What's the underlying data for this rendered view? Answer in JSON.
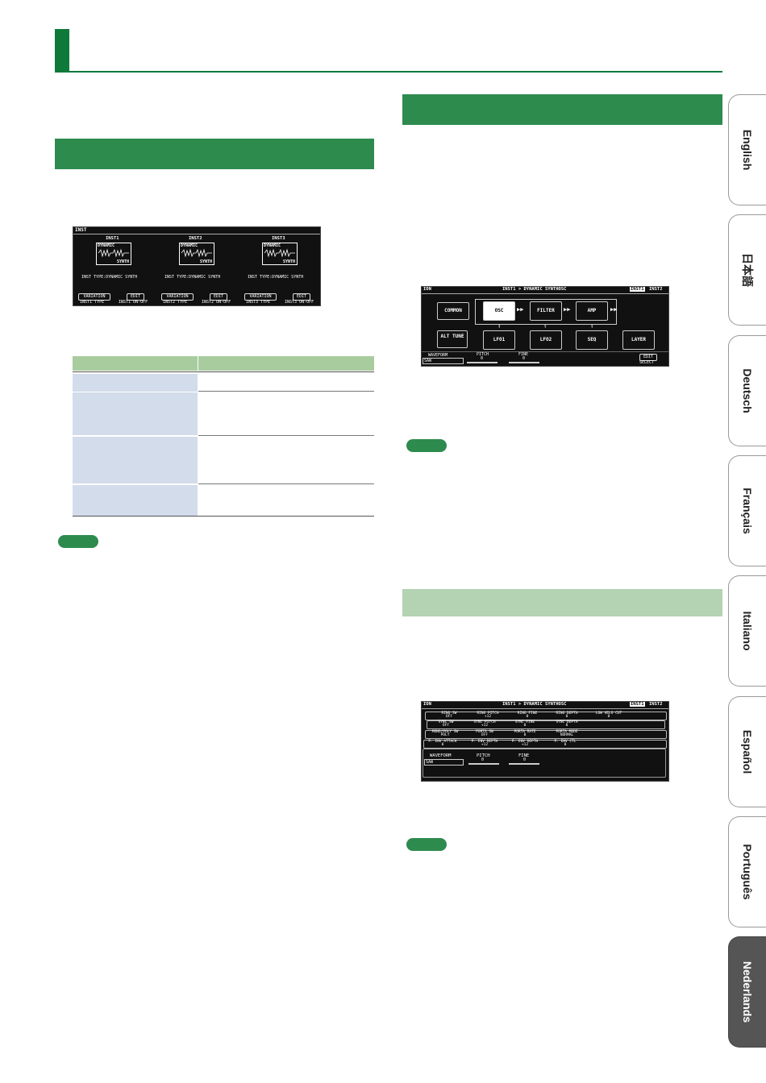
{
  "language_tabs": [
    "English",
    "日本語",
    "Deutsch",
    "Français",
    "Italiano",
    "Español",
    "Português",
    "Nederlands"
  ],
  "active_tab": "Nederlands",
  "colors": {
    "accent": "#0e7a3a",
    "band": "#2e8b4e",
    "band_light": "#b3d3b2",
    "table_header": "#a9cc9f",
    "table_cell": "#d3dceb"
  },
  "inst_screen": {
    "header": "INST",
    "slots": [
      {
        "title": "INST1",
        "box_top": "DYNAMIC",
        "box_bottom": "SYNTH",
        "type_line": "INST TYPE:DYNAMIC SYNTH",
        "btn1": "VARIATION",
        "btn1_sub": "INST1 TYPE",
        "btn2": "EDIT",
        "btn2_sub": "INST1 ON-OFF"
      },
      {
        "title": "INST2",
        "box_top": "DYNAMIC",
        "box_bottom": "SYNTH",
        "type_line": "INST TYPE:DYNAMIC SYNTH",
        "btn1": "VARIATION",
        "btn1_sub": "INST2 TYPE",
        "btn2": "EDIT",
        "btn2_sub": "INST2 ON-OFF"
      },
      {
        "title": "INST3",
        "box_top": "DYNAMIC",
        "box_bottom": "SYNTH",
        "type_line": "INST TYPE:DYNAMIC SYNTH",
        "btn1": "VARIATION",
        "btn1_sub": "INST3 TYPE",
        "btn2": "EDIT",
        "btn2_sub": "INST3 ON-OFF"
      }
    ]
  },
  "synth_screen": {
    "header_left": "ION",
    "header_center": "INST1 > DYNAMIC SYNTHOSC",
    "header_right_a": "INST1",
    "header_right_b": "INST2",
    "blocks_top": [
      "COMMON",
      "OSC",
      "FILTER",
      "AMP"
    ],
    "blocks_bottom": [
      "ALT TUNE",
      "LFO1",
      "LFO2",
      "SEQ",
      "LAYER"
    ],
    "footer": {
      "waveform_label": "WAVEFORM",
      "waveform_value": "SAW",
      "pitch_label": "PITCH",
      "pitch_value": "0",
      "fine_label": "FINE",
      "fine_value": "0",
      "edit_label": "EDIT",
      "select_label": "SELECT"
    }
  },
  "detail_screen": {
    "header_left": "ION",
    "header_center": "INST1 > DYNAMIC SYNTHOSC",
    "header_right_a": "INST1",
    "header_right_b": "INST2",
    "rows": [
      [
        {
          "k": "RING SW",
          "v": "OFF"
        },
        {
          "k": "RING PITCH",
          "v": "+12"
        },
        {
          "k": "RING FINE",
          "v": "0"
        },
        {
          "k": "RING DEPTH",
          "v": "0"
        },
        {
          "k": "LOW VELO CUT",
          "v": "0"
        }
      ],
      [
        {
          "k": "SYNC SW",
          "v": "OFF"
        },
        {
          "k": "SYNC PITCH",
          "v": "+12"
        },
        {
          "k": "SYNC FINE",
          "v": "0"
        },
        {
          "k": "SYNC DEPTH",
          "v": "0"
        }
      ],
      [
        {
          "k": "MONO/POLY SW",
          "v": "POLY"
        },
        {
          "k": "PORTA SW",
          "v": "OFF"
        },
        {
          "k": "PORTA RATE",
          "v": "0"
        },
        {
          "k": "PORTA MODE",
          "v": "NORMAL"
        }
      ],
      [
        {
          "k": "P. ENV ATTACK",
          "v": "0"
        },
        {
          "k": "P. ENV DEPTH",
          "v": "+12"
        },
        {
          "k": "P. ENV DEPTH",
          "v": "+12"
        },
        {
          "k": "P. ENV CTL",
          "v": "0"
        }
      ]
    ],
    "footer": {
      "waveform_label": "WAVEFORM",
      "waveform_value": "SAW",
      "pitch_label": "PITCH",
      "pitch_value": "0",
      "fine_label": "FINE",
      "fine_value": "0"
    }
  }
}
